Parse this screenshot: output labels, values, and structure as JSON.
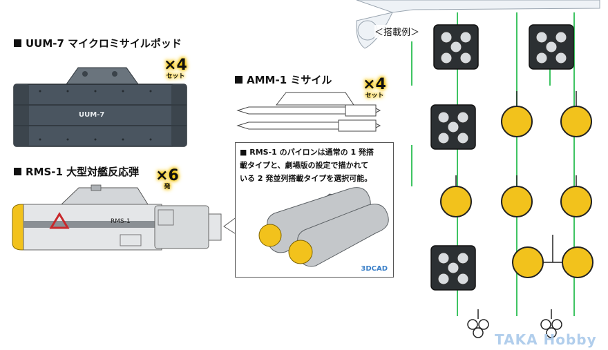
{
  "uum7": {
    "heading": "UUM-7 マイクロミサイルポッド",
    "badge_count": "×4",
    "badge_unit": "セット",
    "body_label": "UUM-7"
  },
  "amm1": {
    "heading": "AMM-1 ミサイル",
    "badge_count": "×4",
    "badge_unit": "セット"
  },
  "rms1": {
    "heading": "RMS-1 大型対艦反応弾",
    "badge_count": "×6",
    "badge_unit": "発",
    "body_label": "RMS-1"
  },
  "callout": {
    "text": "■ RMS-1 のパイロンは通常の 1 発搭\n載タイプと、劇場版の設定で描かれて\nいる 2 発並列搭載タイプを選択可能。",
    "cad_label": "3DCAD"
  },
  "loadout": {
    "label": "＜搭載例＞"
  },
  "watermark": "TAKA Hobby",
  "colors": {
    "pod_gray": "#4a5560",
    "missile_gray": "#c4c7ca",
    "warhead_yellow": "#f2c21c",
    "pylon_green": "#3ec462",
    "badge_glow": "#f4c400"
  }
}
